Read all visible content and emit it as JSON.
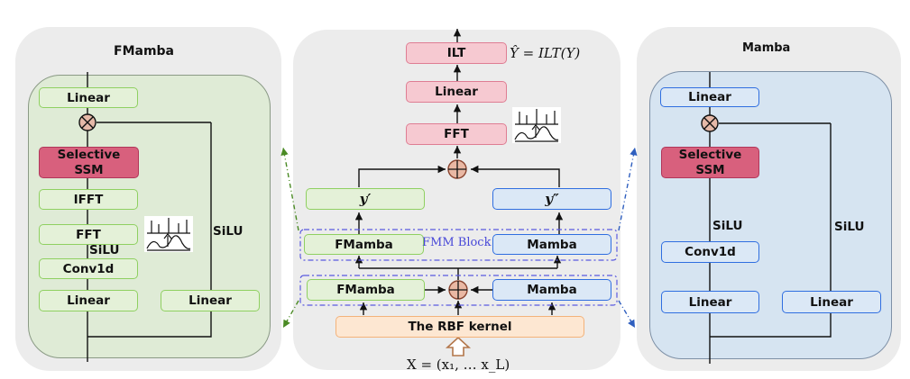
{
  "left": {
    "title": "FMamba",
    "linear_top": "Linear",
    "selective": "Selective\nSSM",
    "ifft": "IFFT",
    "fft": "FFT",
    "silu_inner": "SiLU",
    "conv": "Conv1d",
    "linear_bottom": "Linear",
    "linear_right": "Linear",
    "silu_side": "SiLU"
  },
  "center": {
    "ilt": "ILT",
    "ilt_formula": "Ŷ = ILT(Y)",
    "linear": "Linear",
    "fft": "FFT",
    "y1": "y′",
    "y2": "y″",
    "fmamba_upper": "FMamba",
    "block_label": "FMM Block",
    "mamba_upper": "Mamba",
    "fmamba_lower": "FMamba",
    "mamba_lower": "Mamba",
    "rbf": "The RBF kernel",
    "x_formula": "X = (x₁, … x_L)"
  },
  "right": {
    "title": "Mamba",
    "linear_top": "Linear",
    "selective": "Selective\nSSM",
    "silu_inner": "SiLU",
    "conv": "Conv1d",
    "linear_bottom": "Linear",
    "linear_right": "Linear",
    "silu_side": "SiLU"
  },
  "colors": {
    "panel": "#ececec",
    "left_inner": "#dfebd6",
    "right_inner": "#d6e4f1",
    "green_border": "#8fd061",
    "blue_border": "#2f6ee0",
    "pink": "#f6c9d1",
    "selective": "#d8607d",
    "orange": "#fde7d2",
    "plus_fill": "#e9b8a4"
  }
}
